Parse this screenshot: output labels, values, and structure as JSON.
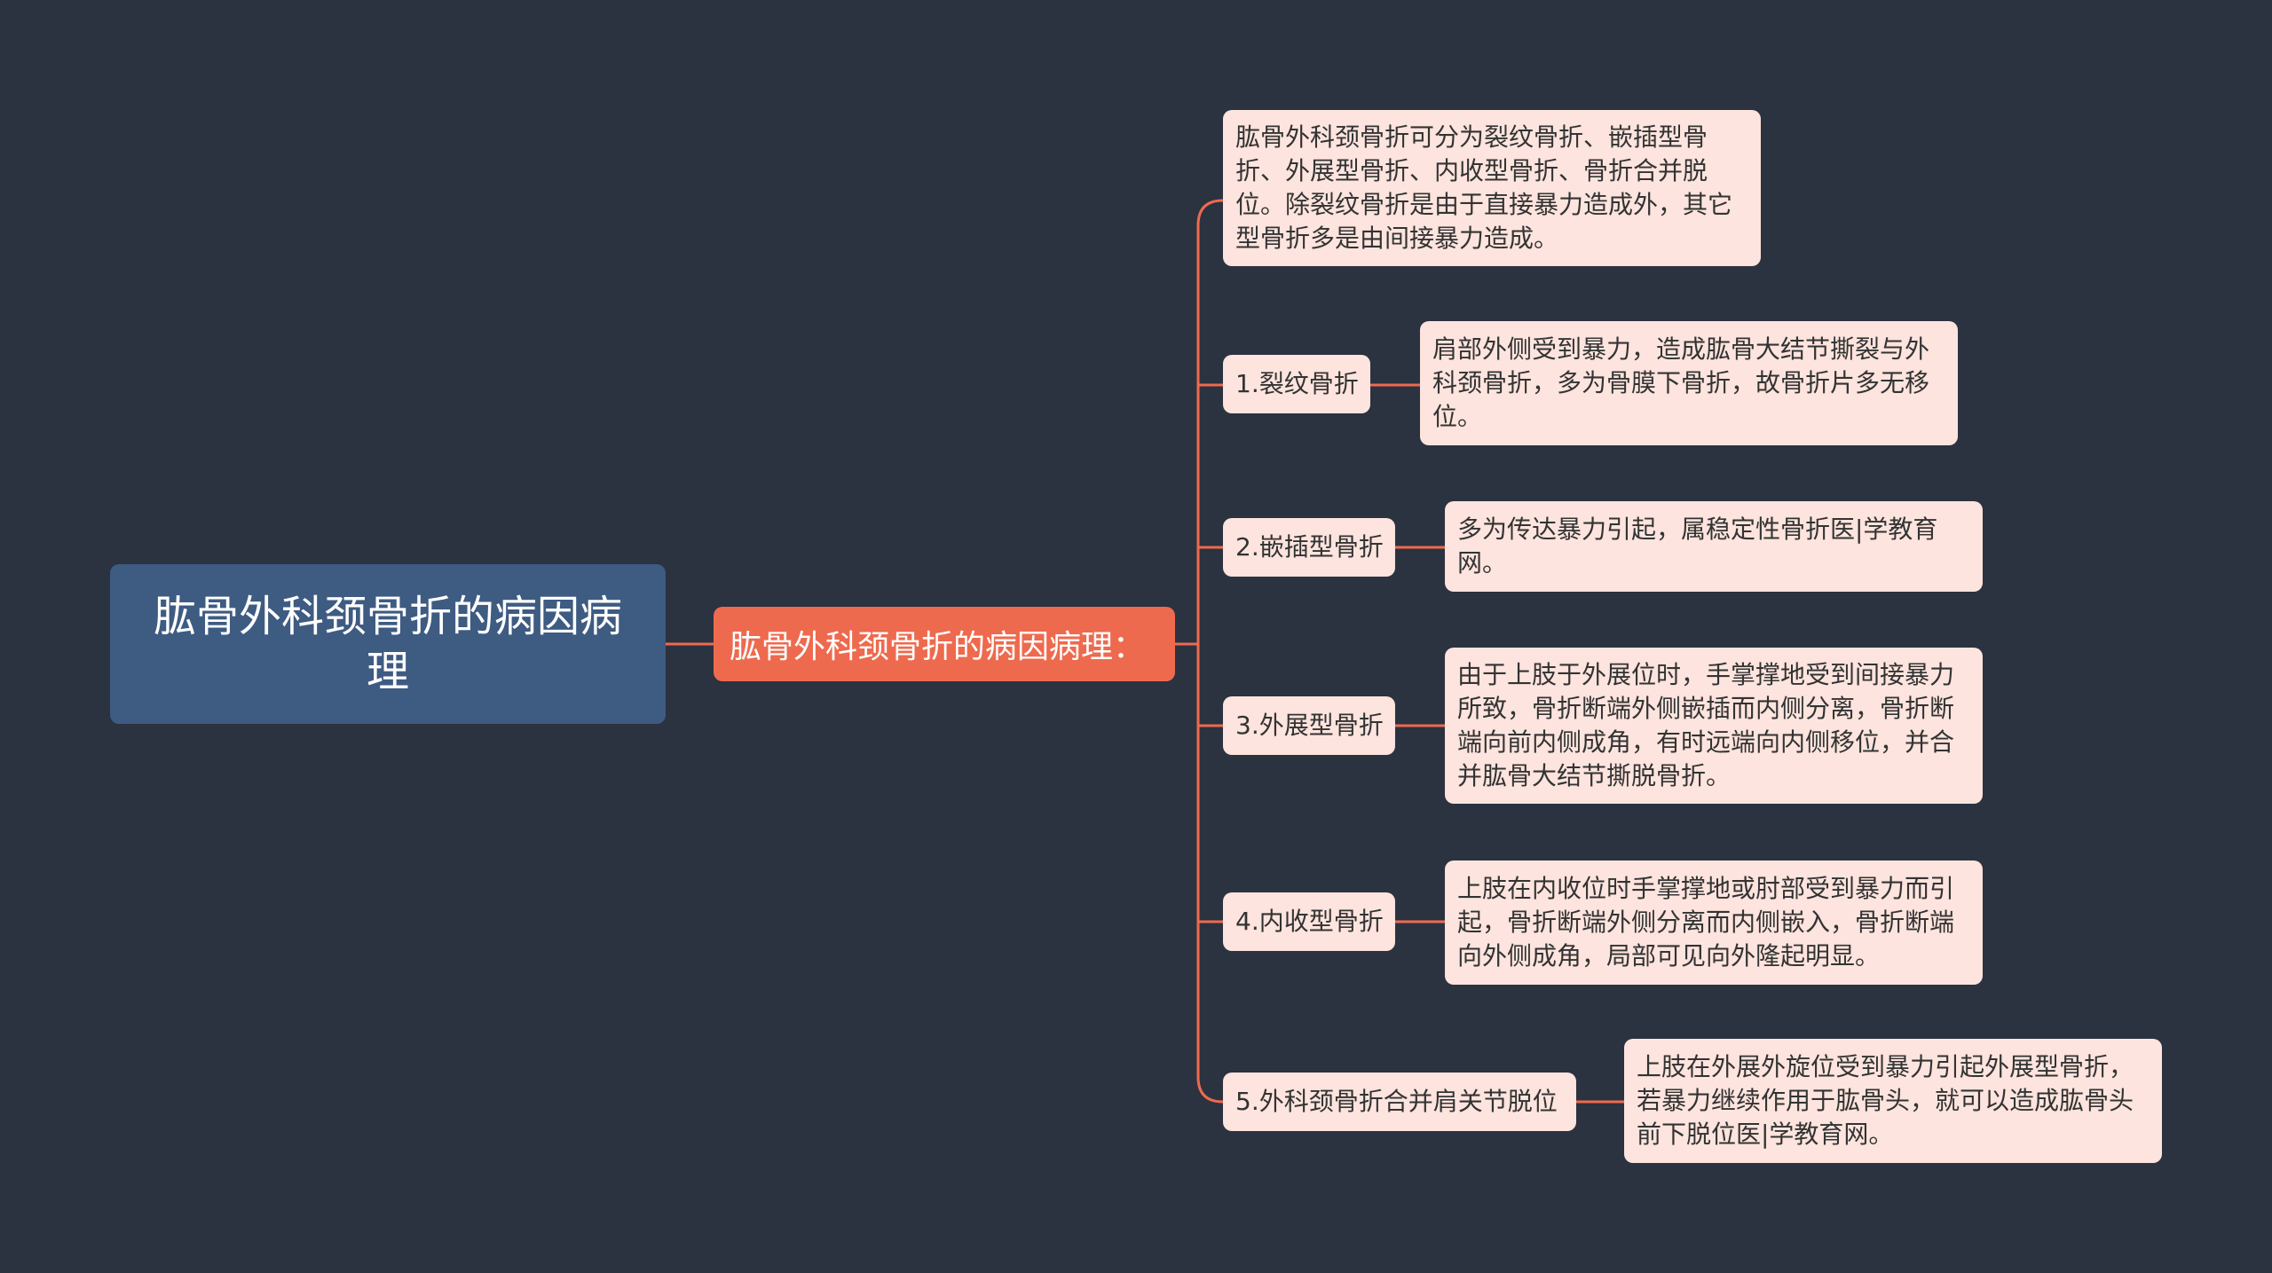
{
  "root": {
    "text": "肱骨外科颈骨折的病因病理"
  },
  "center": {
    "text": "肱骨外科颈骨折的病因病理："
  },
  "intro": {
    "text": "肱骨外科颈骨折可分为裂纹骨折、嵌插型骨折、外展型骨折、内收型骨折、骨折合并脱位。除裂纹骨折是由于直接暴力造成外，其它型骨折多是由间接暴力造成。"
  },
  "branches": [
    {
      "label": "1.裂纹骨折",
      "detail": "肩部外侧受到暴力，造成肱骨大结节撕裂与外科颈骨折，多为骨膜下骨折，故骨折片多无移位。"
    },
    {
      "label": "2.嵌插型骨折",
      "detail": "多为传达暴力引起，属稳定性骨折医|学教育网。"
    },
    {
      "label": "3.外展型骨折",
      "detail": "由于上肢于外展位时，手掌撑地受到间接暴力所致，骨折断端外侧嵌插而内侧分离，骨折断端向前内侧成角，有时远端向内侧移位，并合并肱骨大结节撕脱骨折。"
    },
    {
      "label": "4.内收型骨折",
      "detail": "上肢在内收位时手掌撑地或肘部受到暴力而引起，骨折断端外侧分离而内侧嵌入，骨折断端向外侧成角，局部可见向外隆起明显。"
    },
    {
      "label": "5.外科颈骨折合并肩关节脱位",
      "detail": "上肢在外展外旋位受到暴力引起外展型骨折，若暴力继续作用于肱骨头，就可以造成肱骨头前下脱位医|学教育网。"
    }
  ],
  "colors": {
    "background": "#2b3240",
    "root": "#3e5b82",
    "center": "#ee6a4e",
    "leaf": "#fde4de",
    "connector": "#ee6a4e"
  }
}
